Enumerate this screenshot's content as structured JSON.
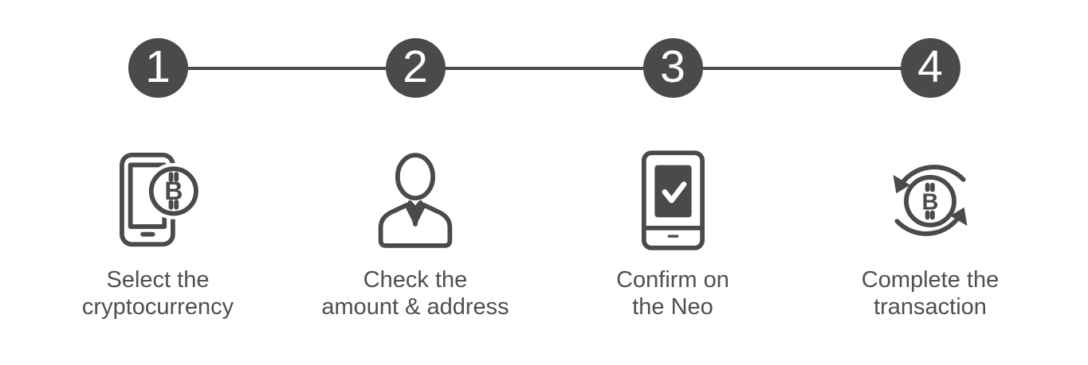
{
  "colors": {
    "primary": "#4a4a4a",
    "label_text": "#4f4f4f",
    "background": "#ffffff",
    "badge_number_text": "#ffffff"
  },
  "stepper": {
    "bitcoin_symbol": "B",
    "steps": [
      {
        "number": "1",
        "icon": "smartphone-bitcoin-icon",
        "label_line1": "Select the",
        "label_line2": "cryptocurrency"
      },
      {
        "number": "2",
        "icon": "businessman-icon",
        "label_line1": "Check the",
        "label_line2": "amount & address"
      },
      {
        "number": "3",
        "icon": "neo-device-check-icon",
        "label_line1": "Confirm on",
        "label_line2": "the Neo"
      },
      {
        "number": "4",
        "icon": "bitcoin-refresh-icon",
        "label_line1": "Complete the",
        "label_line2": "transaction"
      }
    ]
  }
}
